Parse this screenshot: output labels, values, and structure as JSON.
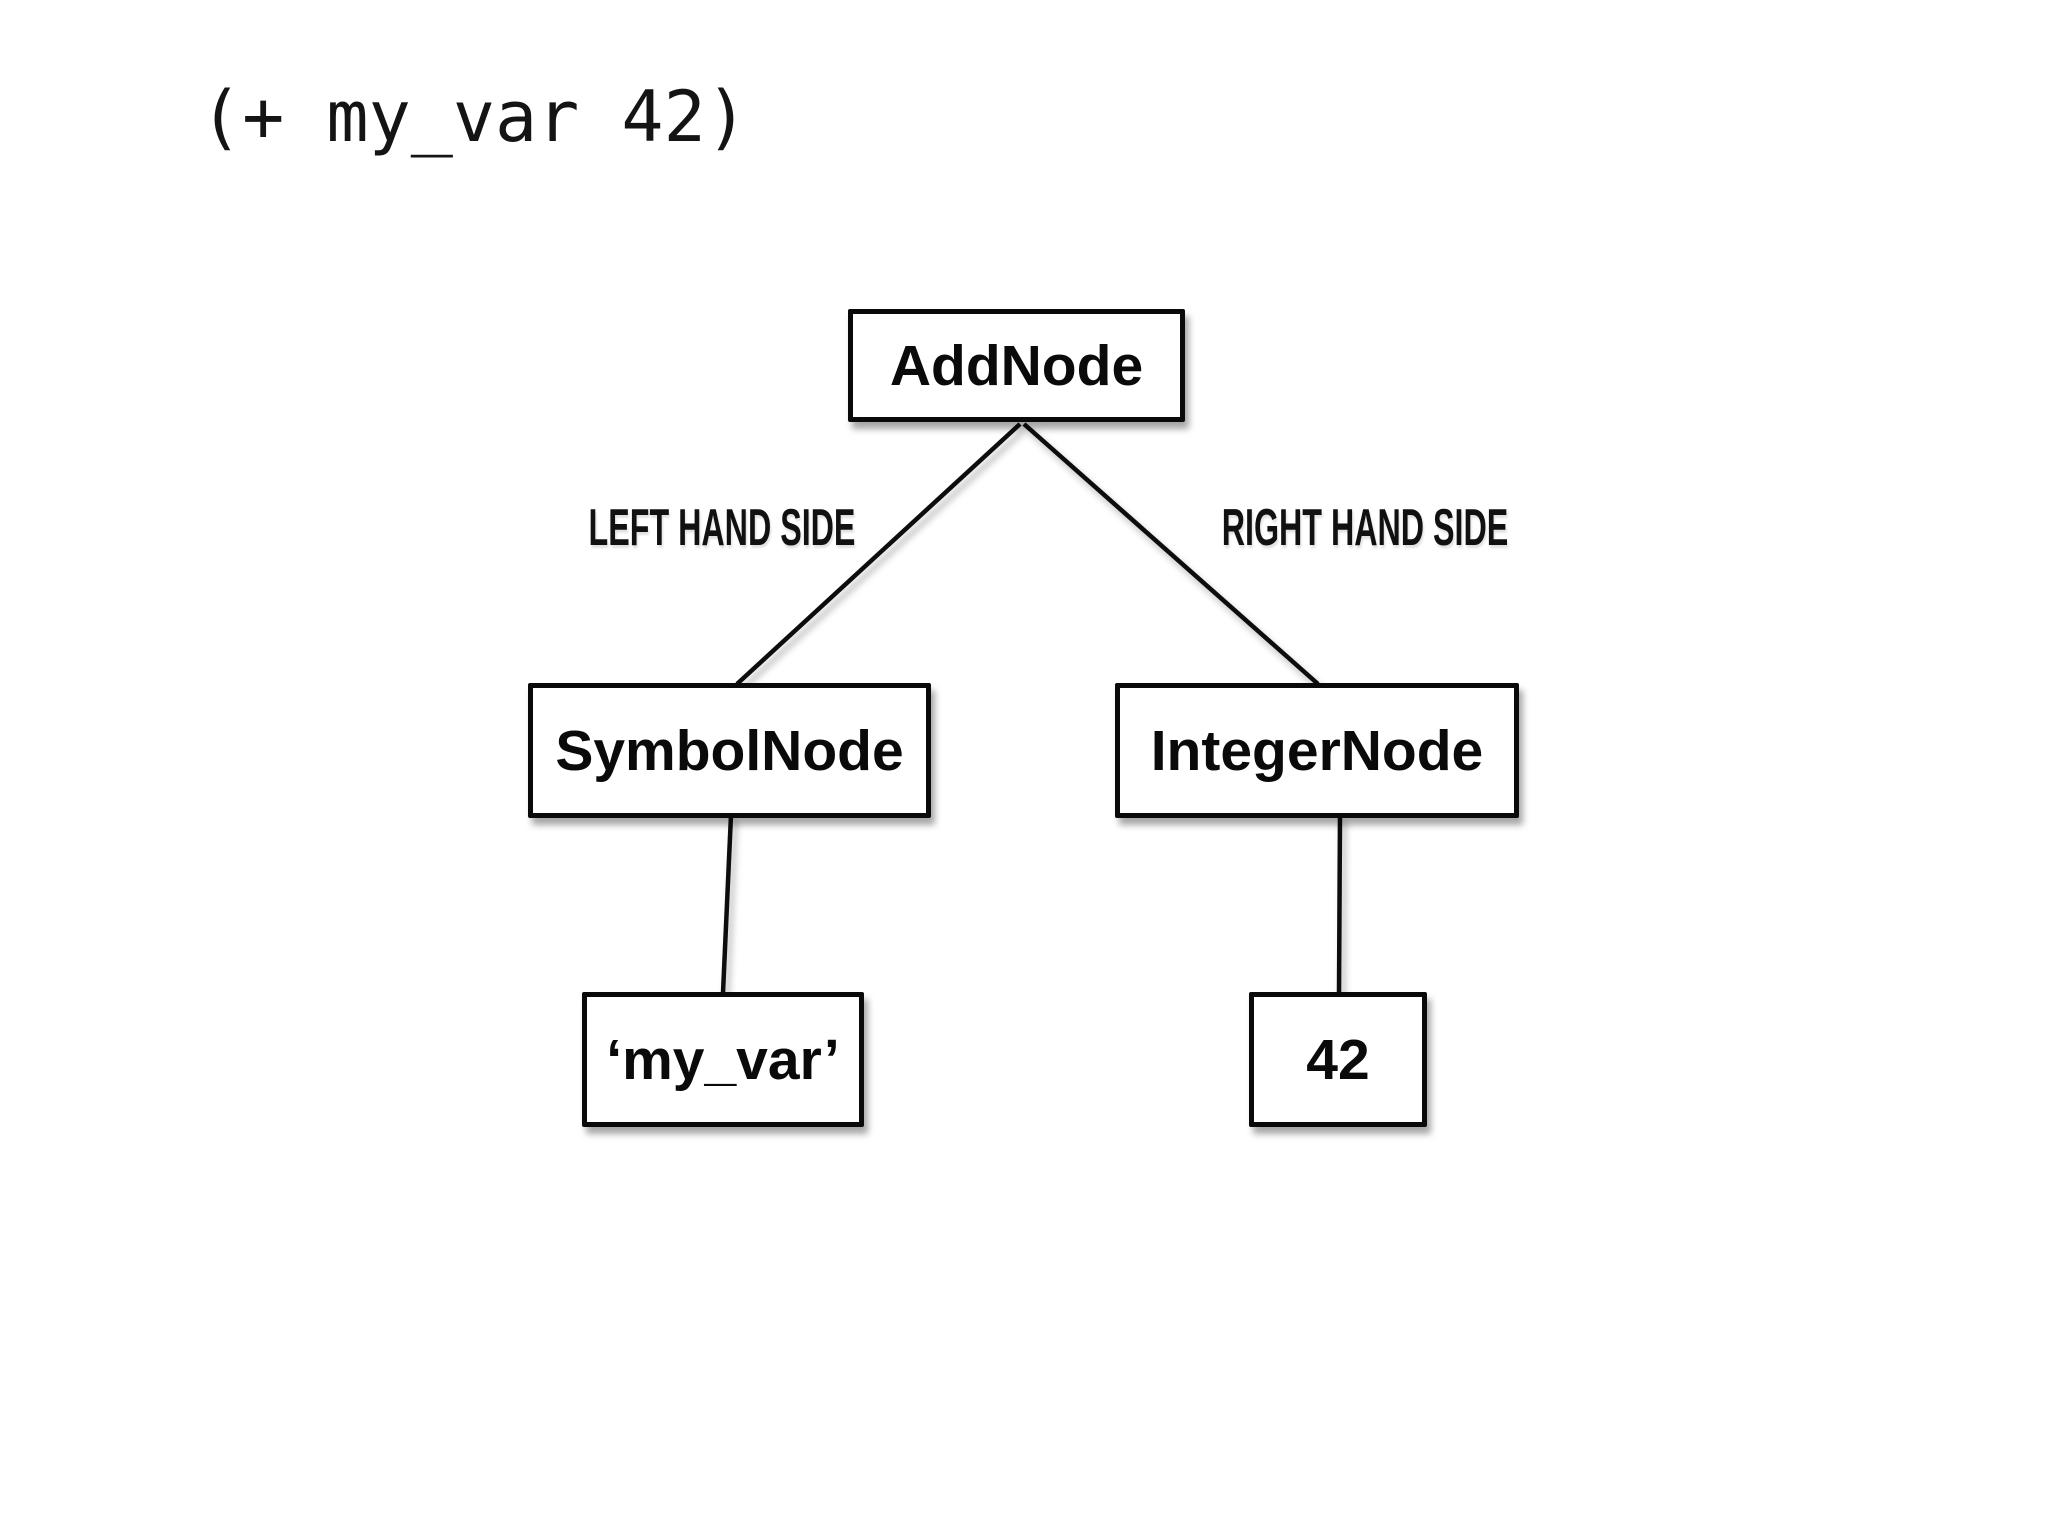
{
  "title_code": "(+ my_var 42)",
  "tree": {
    "root_label": "AddNode",
    "left_edge_label": "LEFT HAND SIDE",
    "right_edge_label": "RIGHT HAND SIDE",
    "left_child_label": "SymbolNode",
    "right_child_label": "IntegerNode",
    "left_leaf_label": "‘my_var’",
    "right_leaf_label": "42"
  },
  "colors": {
    "background": "#ffffff",
    "box_fill": "#ffffff",
    "box_border": "#0a0a0a",
    "text": "#0a0a0a",
    "shadow": "rgba(0,0,0,0.35)"
  }
}
